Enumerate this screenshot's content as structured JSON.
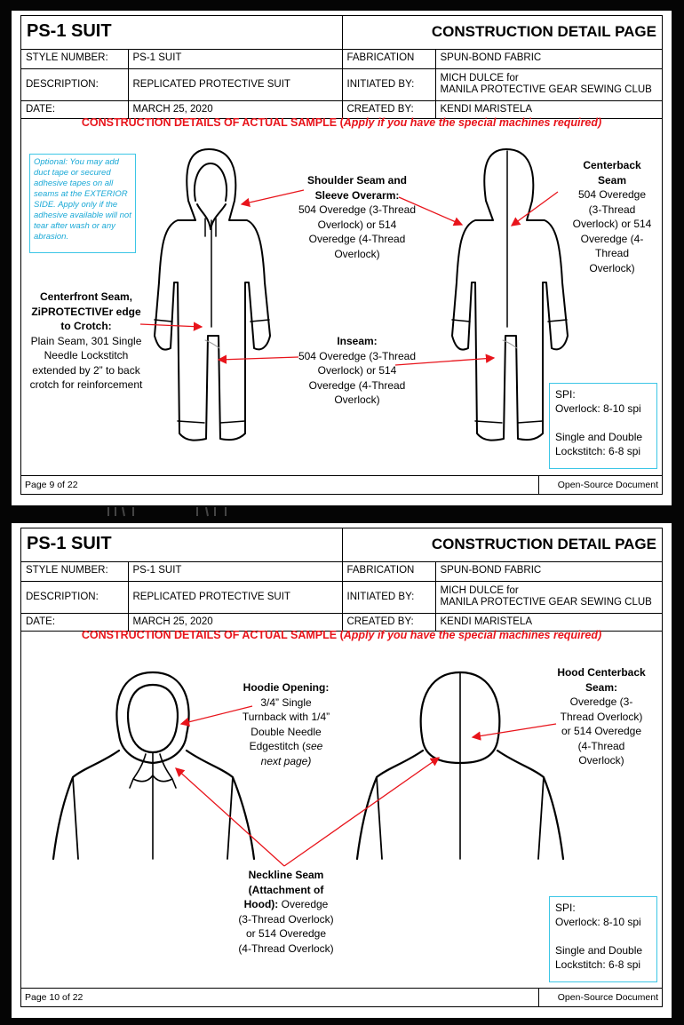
{
  "header": {
    "title": "PS-1 SUIT",
    "page_type": "CONSTRUCTION DETAIL PAGE"
  },
  "meta": {
    "style_number_label": "STYLE NUMBER:",
    "style_number": "PS-1 SUIT",
    "fabrication_label": "FABRICATION",
    "fabrication": "SPUN-BOND FABRIC",
    "description_label": "DESCRIPTION:",
    "description": "REPLICATED PROTECTIVE SUIT",
    "initiated_by_label": "INITIATED BY:",
    "initiated_by_line1": "MICH DULCE for",
    "initiated_by_line2": "MANILA PROTECTIVE GEAR SEWING CLUB",
    "date_label": "DATE:",
    "date": "MARCH 25, 2020",
    "created_by_label": "CREATED BY:",
    "created_by": "KENDI MARISTELA"
  },
  "subtitle": {
    "main": "CONSTRUCTION DETAILS OF ACTUAL SAMPLE (",
    "italic": "Apply if you have the special machines required)"
  },
  "spi": {
    "line1": "SPI:",
    "line2": "Overlock: 8-10 spi",
    "line3": "Single and Double",
    "line4": "Lockstitch: 6-8 spi"
  },
  "footer": {
    "right": "Open-Source Document"
  },
  "page1": {
    "page_number": "Page 9 of 22",
    "optional_note": "Optional: You may add duct tape or secured adhesive tapes on all seams at the EXTERIOR SIDE. Apply only if the adhesive available will not tear after wash or any abrasion.",
    "shoulder_title": "Shoulder Seam and Sleeve Overarm:",
    "shoulder_text": "504 Overedge (3-Thread Overlock) or 514 Overedge (4-Thread Overlock)",
    "centerfront_title": "Centerfront Seam, ZiPROTECTIVEr edge to Crotch:",
    "centerfront_text": "Plain Seam, 301 Single Needle Lockstitch extended by 2” to back crotch for reinforcement",
    "inseam_title": "Inseam:",
    "inseam_text": "504 Overedge (3-Thread Overlock) or 514 Overedge (4-Thread Overlock)",
    "centerback_title": "Centerback Seam",
    "centerback_text": "504 Overedge (3-Thread Overlock) or 514 Overedge (4-Thread Overlock)"
  },
  "page2": {
    "page_number": "Page 10 of 22",
    "hoodie_title": "Hoodie Opening:",
    "hoodie_text": "3/4” Single Turnback with 1/4” Double Needle Edgestitch (",
    "hoodie_see": "see next page)",
    "hood_cb_title": "Hood Centerback Seam:",
    "hood_cb_text": "Overedge (3-Thread Overlock) or 514 Overedge (4-Thread Overlock)",
    "neckline_title": "Neckline Seam (Attachment of Hood):",
    "neckline_text": "Overedge (3-Thread Overlock) or 514 Overedge (4-Thread Overlock)"
  }
}
